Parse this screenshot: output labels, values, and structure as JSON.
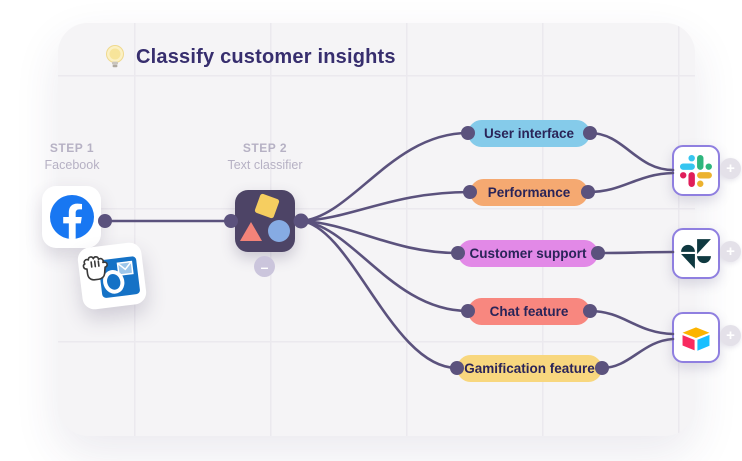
{
  "title": {
    "icon": "lightbulb",
    "text": "Classify customer insights"
  },
  "step1": {
    "label": "STEP 1",
    "name": "Facebook"
  },
  "step2": {
    "label": "STEP 2",
    "name": "Text classifier"
  },
  "classifier_node": {
    "remove_label": "–"
  },
  "categories": [
    {
      "label": "User interface",
      "color": "#85CBEA"
    },
    {
      "label": "Performance",
      "color": "#F5A971"
    },
    {
      "label": "Customer support",
      "color": "#E289E7"
    },
    {
      "label": "Chat feature",
      "color": "#F8877F"
    },
    {
      "label": "Gamification feature",
      "color": "#F8D77E"
    }
  ],
  "integrations": [
    {
      "name": "Slack",
      "add_label": "+"
    },
    {
      "name": "Zendesk",
      "add_label": "+"
    },
    {
      "name": "Airtable",
      "add_label": "+"
    }
  ],
  "colors": {
    "title_text": "#372E6E",
    "step_label": "#B6B1C4",
    "connector": "#5B527D",
    "classifier_bg": "#4D4466",
    "canvas_bg": "#F5F4F6",
    "grid_line": "#EBE9EE",
    "integration_border": "#8F7FE0",
    "facebook_blue": "#1877F2"
  }
}
